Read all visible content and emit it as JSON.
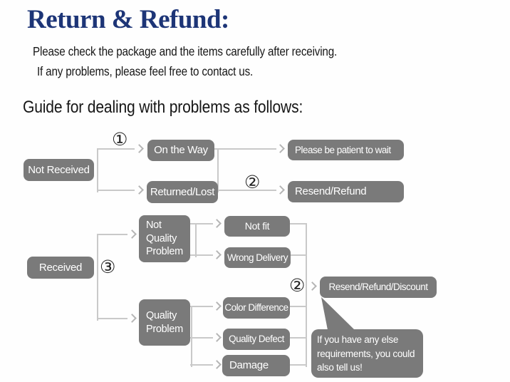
{
  "header": {
    "title": "Return & Refund:",
    "line1": "Please check the package and the items carefully after receiving.",
    "line2": "If any problems, please feel free to contact us.",
    "guide": "Guide for dealing with problems as follows:"
  },
  "colors": {
    "title_navy": "#1d3577",
    "node_gray": "#7a7a7a",
    "line_gray": "#c9c9c9",
    "arrow_gray": "#b5b5b5",
    "node_text": "#ffffff",
    "body_text": "#161616"
  },
  "flow": {
    "badges": {
      "step1": "①",
      "step2_top": "②",
      "step3": "③",
      "step2_bottom": "②"
    },
    "nodes": {
      "not_received": "Not Received",
      "on_the_way": "On the Way",
      "returned_lost": "Returned/Lost",
      "be_patient": "Please be patient to wait",
      "resend_refund": "Resend/Refund",
      "received": "Received",
      "not_quality_problem": "Not\nQuality\nProblem",
      "not_fit": "Not fit",
      "wrong_delivery": "Wrong Delivery",
      "quality_problem": "Quality\nProblem",
      "color_difference": "Color Difference",
      "quality_defect": "Quality Defect",
      "damage": "Damage",
      "resend_refund_discount": "Resend/Refund/Discount",
      "bubble_note": "If you have any else\nrequirements, you could\nalso tell us!"
    }
  }
}
